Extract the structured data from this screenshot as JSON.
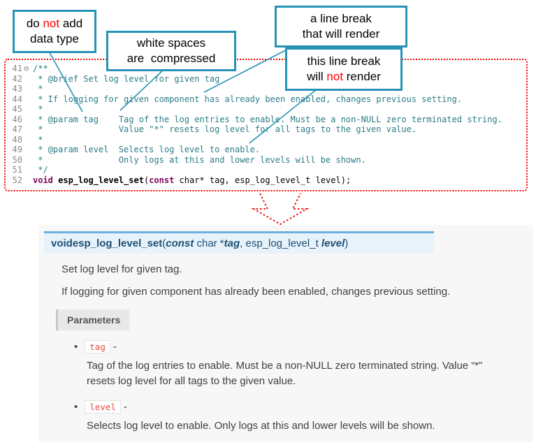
{
  "callouts": {
    "datatype": {
      "pre": "do ",
      "not": "not",
      "post": " add",
      "line2": "data type"
    },
    "whitespace": {
      "line1": "white spaces",
      "line2": "are  compressed"
    },
    "render": {
      "line1": "a line break",
      "line2": "that will render"
    },
    "norender": {
      "line1": "this line break",
      "pre": "will ",
      "not": "not",
      "post": " render"
    }
  },
  "code": {
    "lines": [
      {
        "num": "41",
        "fold": "⊖",
        "text": "/**"
      },
      {
        "num": "42",
        "fold": "",
        "text": " * @brief Set log level for given tag"
      },
      {
        "num": "43",
        "fold": "",
        "text": " *"
      },
      {
        "num": "44",
        "fold": "",
        "text": " * If logging for given component has already been enabled, changes previous setting."
      },
      {
        "num": "45",
        "fold": "",
        "text": " *"
      },
      {
        "num": "46",
        "fold": "",
        "text": " * @param tag    Tag of the log entries to enable. Must be a non-NULL zero terminated string."
      },
      {
        "num": "47",
        "fold": "",
        "text": " *               Value \"*\" resets log level for all tags to the given value."
      },
      {
        "num": "48",
        "fold": "",
        "text": " *"
      },
      {
        "num": "49",
        "fold": "",
        "text": " * @param level  Selects log level to enable."
      },
      {
        "num": "50",
        "fold": "",
        "text": " *               Only logs at this and lower levels will be shown."
      },
      {
        "num": "51",
        "fold": "",
        "text": " */"
      }
    ],
    "decl": {
      "num": "52",
      "fold": "",
      "kw1": "void",
      "name": " esp_log_level_set",
      "open": "(",
      "kw2": "const",
      "rest": " char* tag, esp_log_level_t level);"
    }
  },
  "docs": {
    "signature": {
      "ret": "void",
      "name": "esp_log_level_set",
      "open": "(",
      "kw_const": "const",
      "type1": " char *",
      "param1": "tag",
      "comma": ", ",
      "type2": "esp_log_level_t ",
      "param2": "level",
      "close": ")"
    },
    "para1": "Set log level for given tag.",
    "para2": "If logging for given component has already been enabled, changes previous setting.",
    "params_label": "Parameters",
    "items": [
      {
        "name": "tag",
        "dash": "-",
        "desc": "Tag of the log entries to enable. Must be a non-NULL zero terminated string. Value “*” resets log level for all tags to the given value."
      },
      {
        "name": "level",
        "dash": "-",
        "desc": "Selects log level to enable. Only logs at this and lower levels will be shown."
      }
    ]
  }
}
